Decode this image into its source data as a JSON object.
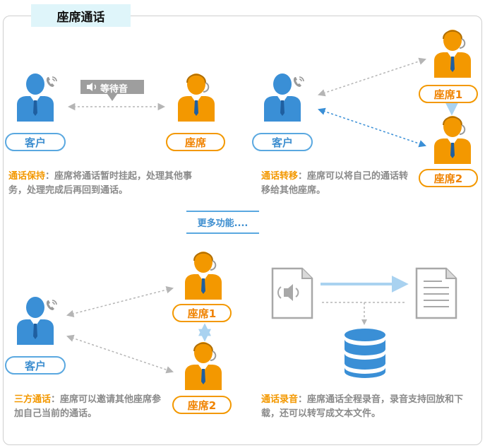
{
  "title": "座席通话",
  "colors": {
    "blue": "#5aa8e0",
    "orange": "#f39800",
    "gray_text": "#8a8a8a"
  },
  "sections": {
    "hold": {
      "customer_label": "客户",
      "agent_label": "座席",
      "badge_text": "等待音",
      "keyword": "通话保持",
      "description": "：座席将通话暂时挂起，处理其他事务，处理完成后再回到通话。"
    },
    "transfer": {
      "customer_label": "客户",
      "agent1_label": "座席1",
      "agent2_label": "座席2",
      "keyword": "通话转移",
      "description": "：座席可以将自己的通话转移给其他座席。"
    },
    "more_label": "更多功能....",
    "three_way": {
      "customer_label": "客户",
      "agent1_label": "座席1",
      "agent2_label": "座席2",
      "keyword": "三方通话",
      "description": "：座席可以邀请其他座席参加自己当前的通话。"
    },
    "recording": {
      "keyword": "通话录音",
      "description": "：座席通话全程录音，录音支持回放和下载，还可以转写成文本文件。"
    }
  }
}
